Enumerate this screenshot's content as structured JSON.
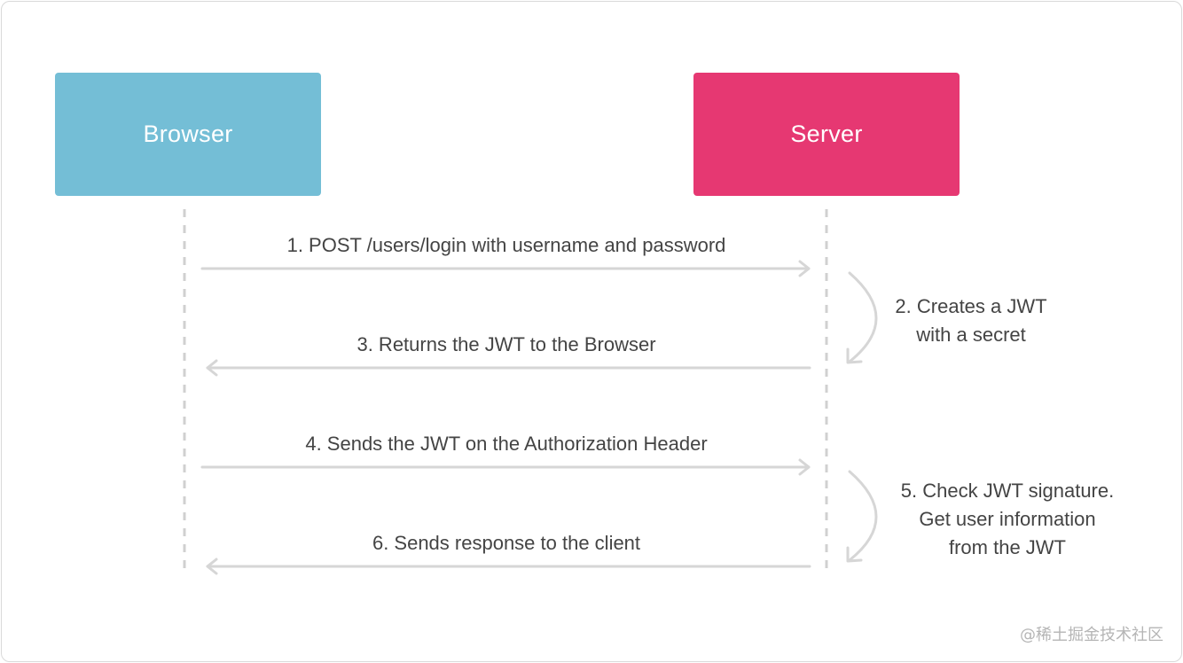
{
  "actors": {
    "browser": {
      "label": "Browser",
      "color": "#74bed6"
    },
    "server": {
      "label": "Server",
      "color": "#e63872"
    }
  },
  "steps": [
    {
      "label": "1. POST /users/login with username and password",
      "direction": "browser-to-server"
    },
    {
      "lines": [
        "2. Creates a JWT",
        "with a secret"
      ],
      "direction": "server-self"
    },
    {
      "label": "3. Returns the JWT to the Browser",
      "direction": "server-to-browser"
    },
    {
      "label": "4. Sends the JWT on the Authorization Header",
      "direction": "browser-to-server"
    },
    {
      "lines": [
        "5. Check JWT signature.",
        "Get user information",
        "from the JWT"
      ],
      "direction": "server-self"
    },
    {
      "label": "6. Sends response to the client",
      "direction": "server-to-browser"
    }
  ],
  "colors": {
    "text": "#444444",
    "line": "#d6d6d6",
    "lifeline": "#d0d0d0"
  },
  "watermark": "@稀土掘金技术社区"
}
